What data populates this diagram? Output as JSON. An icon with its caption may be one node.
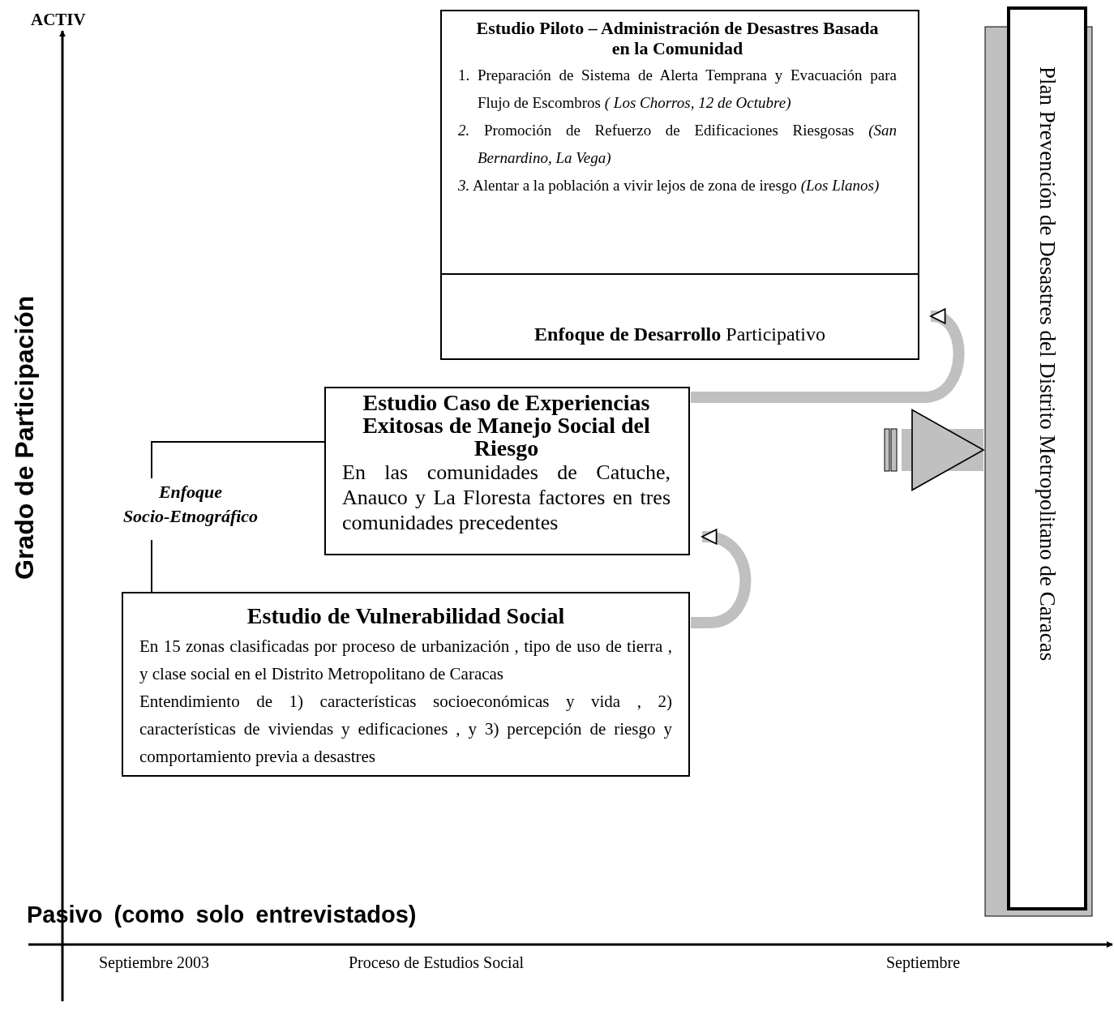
{
  "diagram": {
    "nodes": [
      {
        "text": [
          "Estudio Piloto – Administración de Desastres Basada en la Comunidad",
          "1. Preparación de Sistema de Alerta Temprana y Evacuación para Flujo de Escombros *( Los Chorros, 12 de Octubre)*",
          "*2.* Promoción de Refuerzo de Edificaciones Riesgosas *(San Bernardino, La Vega)*",
          "*3.* Alentar a la población a vivir lejos de zona de iresgo *(Los Llanos)*"
        ]
      },
      {
        "text": [
          "**Enfoque de Desarrollo** Participativo"
        ]
      },
      {
        "text": [
          "Estudio Caso de Experiencias Exitosas de Manejo Social del Riesgo",
          "En las comunidades de Catuche, Anauco y La Floresta factores en tres comunidades precedentes"
        ]
      },
      {
        "text": [
          "Enfoque Socio-Etnográfico"
        ]
      },
      {
        "text": [
          "Estudio de Vulnerabilidad Social",
          "En 15 zonas clasificadas por proceso de urbanización , tipo de uso de tierra , y clase social en el Distrito Metropolitano de Caracas",
          "Entendimiento de 1) características socioeconómicas y vida , 2) características de viviendas y edificaciones , y 3) percepción de riesgo y comportamiento previa a desastres"
        ]
      },
      {
        "text": [
          "Plan Prevención de Desastres del Distrito Metropolitano de Caracas"
        ]
      }
    ],
    "edges": [
      {
        "from": 3,
        "to": 2,
        "arrow": "none",
        "color": "#000000"
      },
      {
        "from": 3,
        "to": 4,
        "arrow": "none",
        "color": "#000000"
      },
      {
        "from": 4,
        "to": 2,
        "arrow": "to",
        "color": "#c0c0c0"
      },
      {
        "from": 2,
        "to": 1,
        "arrow": "to",
        "color": "#c0c0c0"
      },
      {
        "from": null,
        "to": 5,
        "arrow": "to",
        "style": "thick",
        "color": "#c0c0c0"
      }
    ],
    "labels": [
      "ACTIV",
      "Grado de Participación",
      "Pasivo (como solo entrevistados)",
      "Septiembre 2003",
      "Proceso de Estudios Social",
      "Septiembre"
    ]
  }
}
